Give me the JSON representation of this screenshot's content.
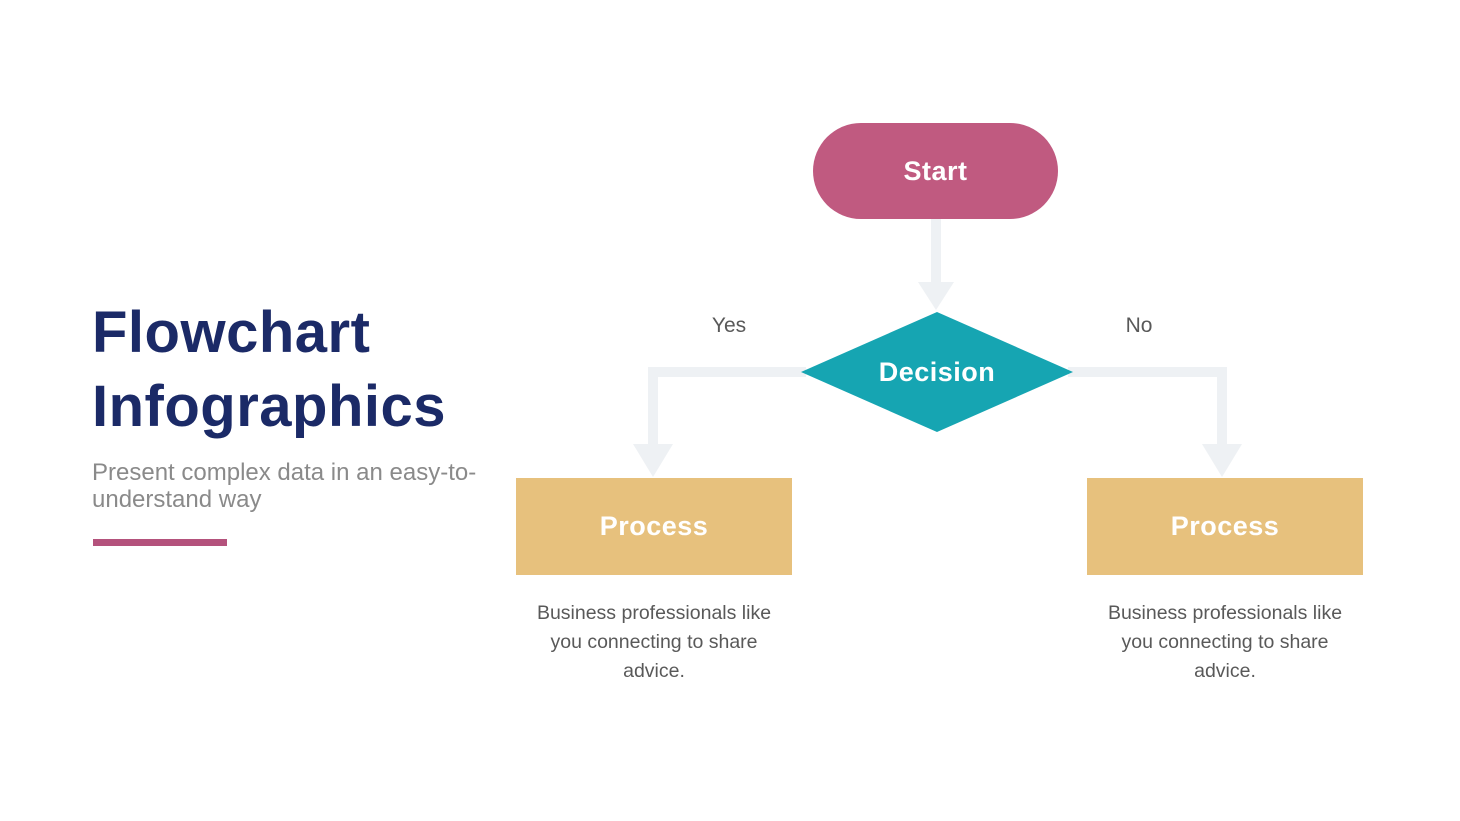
{
  "colors": {
    "page_bg": "#ffffff",
    "title": "#1b2a67",
    "subtitle": "#8a8a8a",
    "underline": "#b4527c",
    "start": "#c05a80",
    "decision": "#16a5b2",
    "process": "#e7c17d",
    "connector": "#eef1f4",
    "branch_label": "#595959",
    "caption": "#595959",
    "node_text": "#ffffff"
  },
  "intro": {
    "title_line1": "Flowchart",
    "title_line2": "Infographics",
    "subtitle": "Present complex data in an easy-to-understand way"
  },
  "flowchart": {
    "start_label": "Start",
    "decision_label": "Decision",
    "branches": [
      {
        "condition": "Yes",
        "process_label": "Process",
        "description": "Business professionals like you connecting to share advice."
      },
      {
        "condition": "No",
        "process_label": "Process",
        "description": "Business professionals like you connecting to share advice."
      }
    ]
  }
}
